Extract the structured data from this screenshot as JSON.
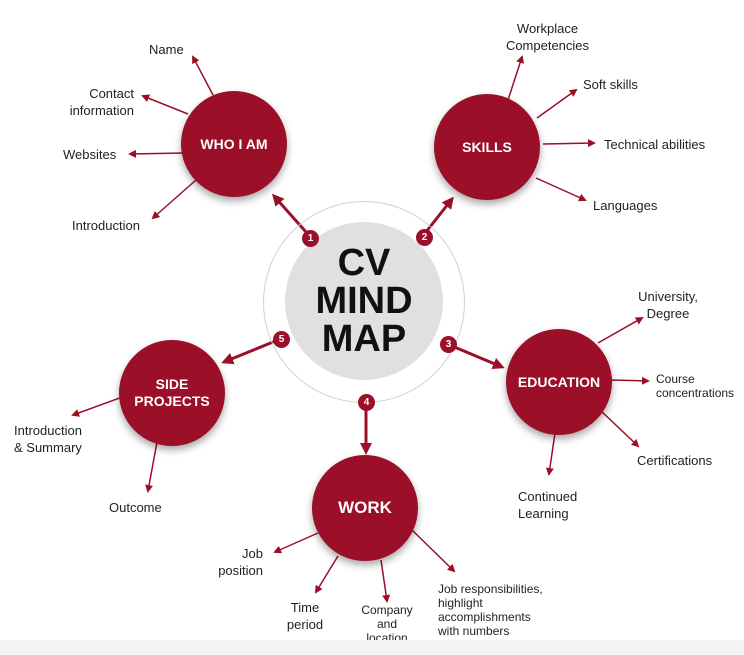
{
  "center": {
    "title": "CV\nMIND\nMAP"
  },
  "nodes": {
    "who": {
      "label": "WHO I AM",
      "number": "1"
    },
    "skills": {
      "label": "SKILLS",
      "number": "2"
    },
    "education": {
      "label": "EDUCATION",
      "number": "3"
    },
    "work": {
      "label": "WORK",
      "number": "4"
    },
    "side": {
      "label": "SIDE\nPROJECTS",
      "number": "5"
    }
  },
  "leaves": {
    "who": [
      "Name",
      "Contact\ninformation",
      "Websites",
      "Introduction"
    ],
    "skills": [
      "Workplace\nCompetencies",
      "Soft skills",
      "Technical abilities",
      "Languages"
    ],
    "education": [
      "University,\nDegree",
      "Course\nconcentrations",
      "Certifications",
      "Continued\nLearning"
    ],
    "work": [
      "Job\nposition",
      "Time\nperiod",
      "Company\nand\nlocation",
      "Job responsibilities,\nhighlight\naccomplishments\nwith numbers"
    ],
    "side": [
      "Introduction\n& Summary",
      "Outcome"
    ]
  },
  "colors": {
    "node": "#9b0f28",
    "line": "#9b0f28",
    "center": "#e0e0e0"
  }
}
